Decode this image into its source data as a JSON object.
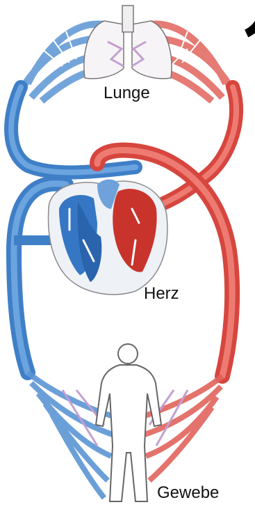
{
  "labels": {
    "lung": "Lunge",
    "heart": "Herz",
    "tissue": "Gewebe"
  },
  "colors": {
    "venous_blue": "#4f8fd0",
    "venous_dark": "#2a64ad",
    "arterial_red": "#e5574e",
    "arterial_dark": "#c23b35",
    "capillary_purple": "#b38ac4",
    "outline": "#6e6e6e"
  }
}
